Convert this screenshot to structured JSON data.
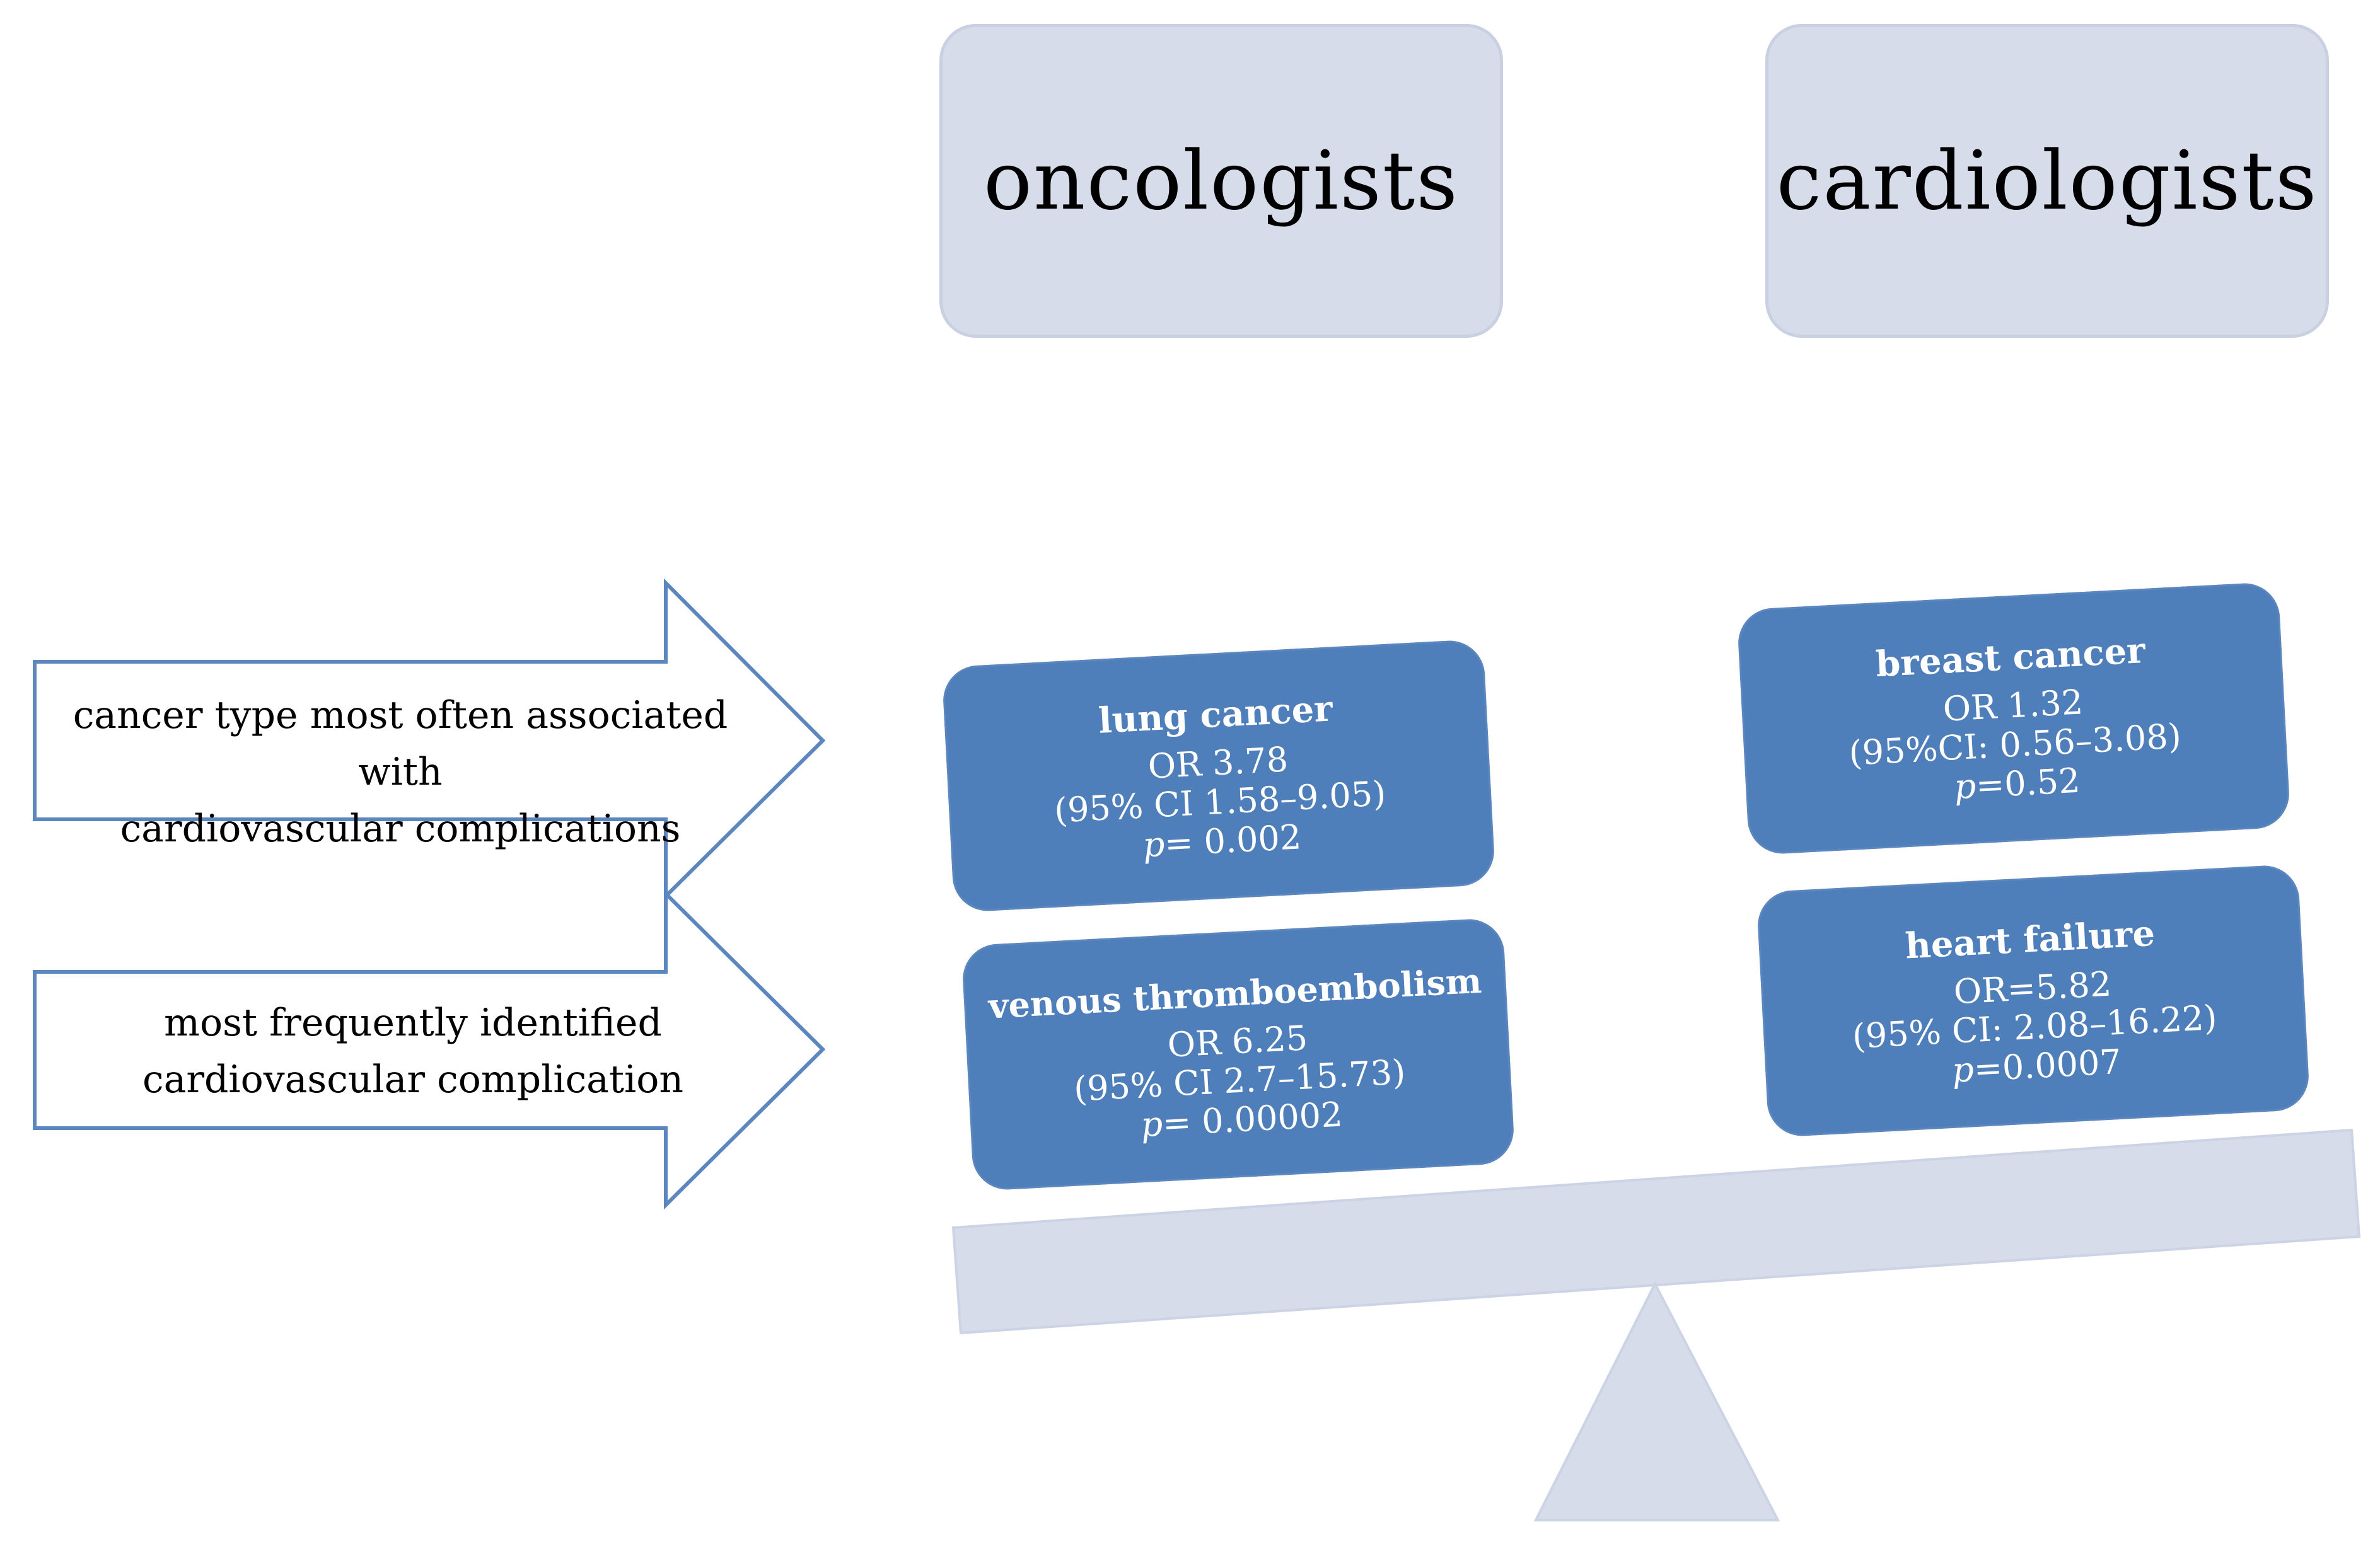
{
  "headers": {
    "left": "oncologists",
    "right": "cardiologists"
  },
  "arrows": [
    {
      "line1": "cancer type most often associated with",
      "line2": "cardiovascular complications"
    },
    {
      "line1": "most frequently identified",
      "line2": "cardiovascular complication"
    }
  ],
  "cards": {
    "lung": {
      "title": "lung cancer",
      "or": "OR 3.78",
      "ci": "(95% CI 1.58–9.05)",
      "p_letter": "p",
      "p_rest": "= 0.002"
    },
    "vte": {
      "title": "venous thromboembolism",
      "or": "OR 6.25",
      "ci": "(95% CI 2.7–15.73)",
      "p_letter": "p",
      "p_rest": "= 0.00002"
    },
    "breast": {
      "title": "breast cancer",
      "or": "OR 1.32",
      "ci": "(95%CI: 0.56–3.08)",
      "p_letter": "p",
      "p_rest": "=0.52"
    },
    "hf": {
      "title": "heart failure",
      "or": "OR=5.82",
      "ci": "(95% CI: 2.08–16.22)",
      "p_letter": "p",
      "p_rest": "=0.0007"
    }
  },
  "colors": {
    "card_fill": "#4f7fba",
    "header_fill": "#d6dcea",
    "arrow_stroke": "#4f7fba",
    "scale_fill": "#d6dcea"
  }
}
